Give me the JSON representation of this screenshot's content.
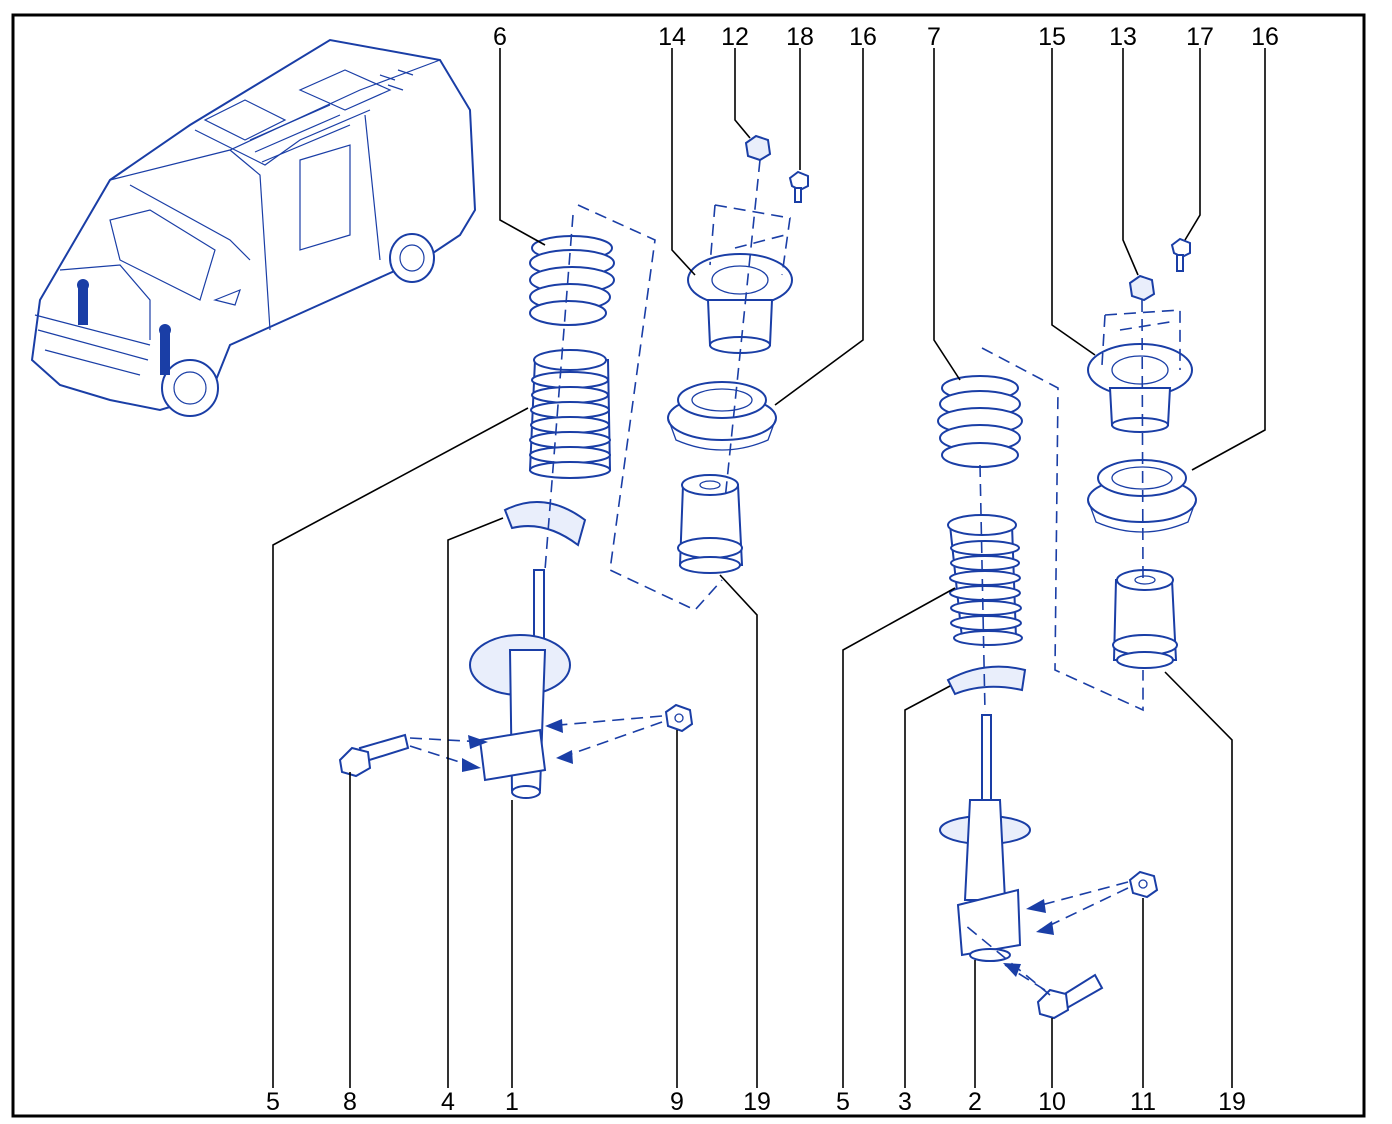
{
  "diagram": {
    "callouts": [
      {
        "id": "c6a",
        "text": "6"
      },
      {
        "id": "c14",
        "text": "14"
      },
      {
        "id": "c12",
        "text": "12"
      },
      {
        "id": "c18",
        "text": "18"
      },
      {
        "id": "c16a",
        "text": "16"
      },
      {
        "id": "c7",
        "text": "7"
      },
      {
        "id": "c15",
        "text": "15"
      },
      {
        "id": "c13",
        "text": "13"
      },
      {
        "id": "c17",
        "text": "17"
      },
      {
        "id": "c16b",
        "text": "16"
      },
      {
        "id": "c5a",
        "text": "5"
      },
      {
        "id": "c8",
        "text": "8"
      },
      {
        "id": "c4",
        "text": "4"
      },
      {
        "id": "c1",
        "text": "1"
      },
      {
        "id": "c9",
        "text": "9"
      },
      {
        "id": "c19a",
        "text": "19"
      },
      {
        "id": "c5b",
        "text": "5"
      },
      {
        "id": "c3",
        "text": "3"
      },
      {
        "id": "c2",
        "text": "2"
      },
      {
        "id": "c10",
        "text": "10"
      },
      {
        "id": "c11",
        "text": "11"
      },
      {
        "id": "c19b",
        "text": "19"
      }
    ]
  },
  "colors": {
    "line": "#1a3ea6",
    "ink": "#000000",
    "frame": "#000000"
  }
}
